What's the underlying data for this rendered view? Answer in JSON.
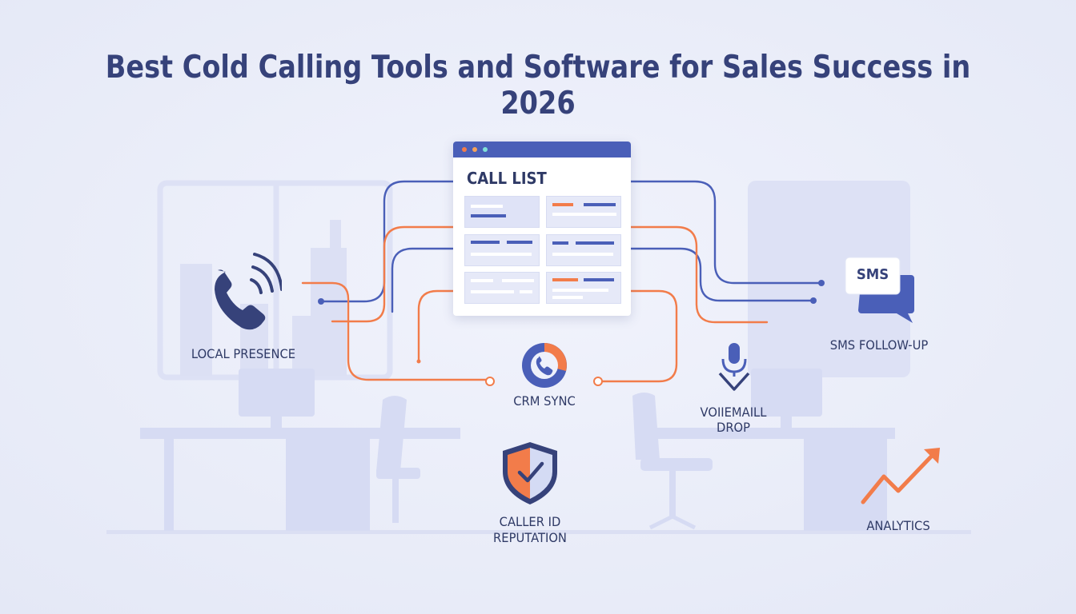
{
  "title": "Best Cold Calling Tools and Software for Sales Success in 2026",
  "call_list": {
    "title": "CALL LIST"
  },
  "features": {
    "local_presence": "LOCAL PRESENCE",
    "crm_sync": "CRM SYNC",
    "voicemail_line1": "VOIIEMAILL",
    "voicemail_line2": "DROP",
    "sms_bubble": "SMS",
    "sms_follow_up": "SMS FOLLOW-UP",
    "caller_id_line1": "CALLER ID",
    "caller_id_line2": "REPUTATION",
    "analytics": "ANALYTICS"
  },
  "colors": {
    "navy": "#36427a",
    "blue": "#4a5fb8",
    "orange": "#f27c4a",
    "background": "#eceff9",
    "silhouette": "#d6dbf3"
  },
  "icons": [
    "phone-icon",
    "crm-pie-phone-icon",
    "microphone-icon",
    "sms-bubble-icon",
    "shield-check-icon",
    "trend-arrow-icon"
  ]
}
